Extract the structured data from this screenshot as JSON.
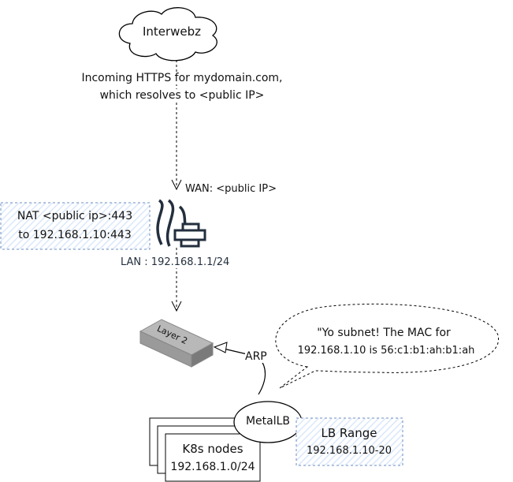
{
  "cloud": {
    "label": "Interwebz"
  },
  "incoming": {
    "line1": "Incoming HTTPS for mydomain.com,",
    "line2": "which resolves to <public IP>"
  },
  "firewall": {
    "wan_label": "WAN: <public IP>",
    "lan_label": "LAN : 192.168.1.1/24",
    "icon": "firewall-icon"
  },
  "nat": {
    "line1": "NAT <public ip>:443",
    "line2": "to 192.168.1.10:443"
  },
  "switch": {
    "label": "Layer 2",
    "icon": "network-switch-icon"
  },
  "arp": {
    "label": "ARP"
  },
  "speech": {
    "line1": "\"Yo subnet! The MAC for",
    "line2": "192.168.1.10 is 56:c1:b1:ah:b1:ah"
  },
  "metallb": {
    "label": "MetalLB"
  },
  "nodes": {
    "line1": "K8s nodes",
    "line2": "192.168.1.0/24"
  },
  "lb_range": {
    "line1": "LB Range",
    "line2": "192.168.1.10-20"
  },
  "colors": {
    "box_border": "#6c8ebf",
    "box_fill": "#dae8fc",
    "icon": "#232f3e"
  }
}
